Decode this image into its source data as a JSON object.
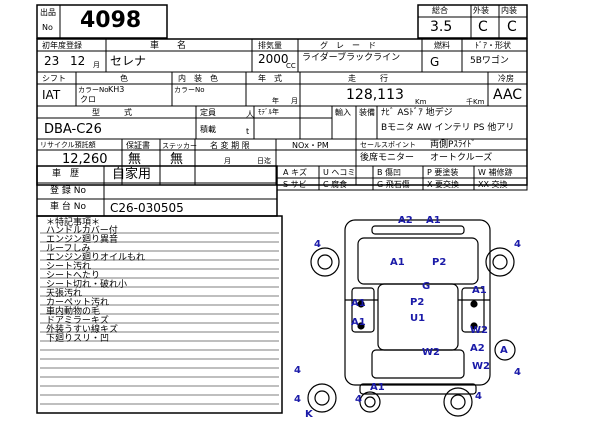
{
  "header": {
    "lot_label_top": "出品",
    "lot_label_bottom": "No",
    "lot_number": "4098",
    "grade_labels": {
      "overall": "総合",
      "exterior": "外装",
      "interior": "内装"
    },
    "grade_values": {
      "overall": "3.5",
      "exterior": "C",
      "interior": "C"
    }
  },
  "row1": {
    "labels": {
      "first_reg": "初年度登録",
      "car_name": "車　　名",
      "displacement": "排気量",
      "grade": "グ　レ　ー　ド",
      "fuel": "燃料",
      "door_shape": "ﾄﾞｱ・形状"
    },
    "first_reg_year": "23",
    "first_reg_month": "12",
    "month_unit": "月",
    "car_name": "セレナ",
    "displacement": "2000",
    "cc_unit": "CC",
    "grade": "ライダーブラックライン",
    "fuel": "G",
    "door_shape": "5Bワゴン"
  },
  "row2": {
    "labels": {
      "shift": "シフト",
      "color": "色",
      "interior_color": "内　装　色",
      "year_model": "年　式",
      "mileage": "走　　　行",
      "ac": "冷房"
    },
    "shift": "IAT",
    "color_no_label": "カラーNo",
    "color_no": "KH3",
    "color_name": "クロ",
    "interior_color_no_label": "カラーNo",
    "year_unit": "年",
    "month_unit": "月",
    "mileage": "128,113",
    "km_unit": "Km",
    "thousand_km_unit": "千Km",
    "ac": "AAC"
  },
  "row3": {
    "labels": {
      "model": "型　　　式",
      "capacity": "定員",
      "modifications": "ﾓﾃﾞﾙ年",
      "import": "輸入",
      "equipment": "装備"
    },
    "capacity_unit": "人",
    "load_label": "積載",
    "load_unit": "t",
    "model": "DBA-C26",
    "equipment_line1": "ﾅﾋﾞ ASﾄﾞｱ 地デジ",
    "equipment_line2": "Bモニタ AW インテリ PS 他アリ"
  },
  "row4": {
    "labels": {
      "recycle": "リサイクル預託額",
      "warranty": "保証書",
      "sticker": "ステッカー",
      "inspection": "名 変 期 限",
      "nox": "NOx・PM",
      "sales_point": "セールスポイント"
    },
    "recycle": "12,260",
    "warranty": "無",
    "sticker": "無",
    "month_unit": "月",
    "day_unit": "日迄",
    "sales_point_line1": "両側Pｽﾗｲﾄﾞ",
    "sales_point_line2": "後席モニター",
    "sales_point_line3": "オートクルーズ"
  },
  "history": {
    "history_label": "車　歴",
    "history_value": "自家用",
    "reg_no_label": "登 録 No",
    "chassis_label": "車 台 No",
    "chassis_value": "C26-030505"
  },
  "legend": {
    "row1": [
      "A キズ",
      "U ヘコミ",
      "B 傷凹",
      "P 要塗装",
      "W 補修跡"
    ],
    "row2": [
      "S サビ",
      "C 腐食",
      "G 飛石傷",
      "X 要交換",
      "XX 交換"
    ]
  },
  "notes": {
    "title": "＊特記事項＊",
    "items": [
      "ハンドルカバー付",
      "エンジン廻り異音",
      "ルーフしみ",
      "エンジン廻りオイルもれ",
      "シート汚れ",
      "シートへたり",
      "シート切れ・破れ小",
      "天張汚れ",
      "カーペット汚れ",
      "車内動物の毛",
      "ドアミラーキズ",
      "外装うすい線キズ",
      "下廻りスリ・凹"
    ]
  },
  "diagram_marks": {
    "front_top": "A2",
    "front_top2": "A1",
    "hood_left": "A1",
    "hood_right": "P2",
    "left_front_door": "A1",
    "left_rear_door": "A1",
    "windshield": "G",
    "roof_p2": "P2",
    "roof_u1": "U1",
    "right_front": "A1",
    "right_rear": "W2",
    "rear_w2": "W2",
    "rear_a2": "A2",
    "rear_a": "A",
    "rear_w2b": "W2",
    "bottom_a1": "A1",
    "tire_fl": "4",
    "tire_fr": "4",
    "tire_rl": "4",
    "tire_rr": "4",
    "tire_ml": "4",
    "tire_mr": "4",
    "spare": "4",
    "k_mark": "K",
    "colors": {
      "marks": "#1a1aa8"
    }
  }
}
